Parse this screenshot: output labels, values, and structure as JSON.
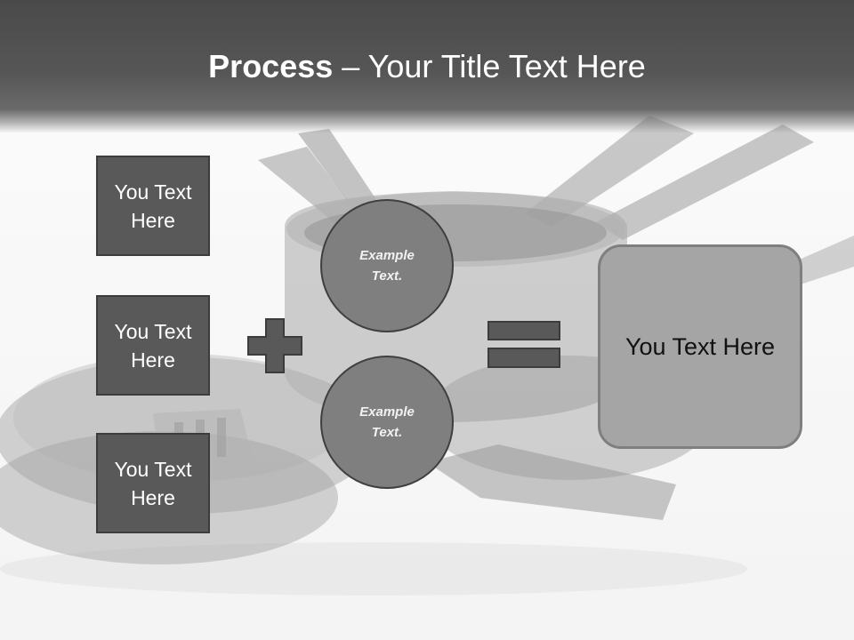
{
  "slide": {
    "title_bold": "Process",
    "title_rest": " – Your Title Text Here",
    "boxes": [
      {
        "line1": "You Text",
        "line2": "Here"
      },
      {
        "line1": "You Text",
        "line2": "Here"
      },
      {
        "line1": "You Text",
        "line2": "Here"
      }
    ],
    "circles": [
      {
        "line1": "Example",
        "line2": "Text."
      },
      {
        "line1": "Example",
        "line2": "Text."
      }
    ],
    "result": "You Text Here"
  },
  "colors": {
    "header": "#4a4a4a",
    "box_fill": "#595959",
    "circle_fill": "#7f7f7f",
    "result_fill": "#a5a5a5",
    "symbol_fill": "#595959"
  },
  "icons": {
    "plus": "plus-icon",
    "equals": "equals-icon",
    "background": "cookware-photo"
  }
}
